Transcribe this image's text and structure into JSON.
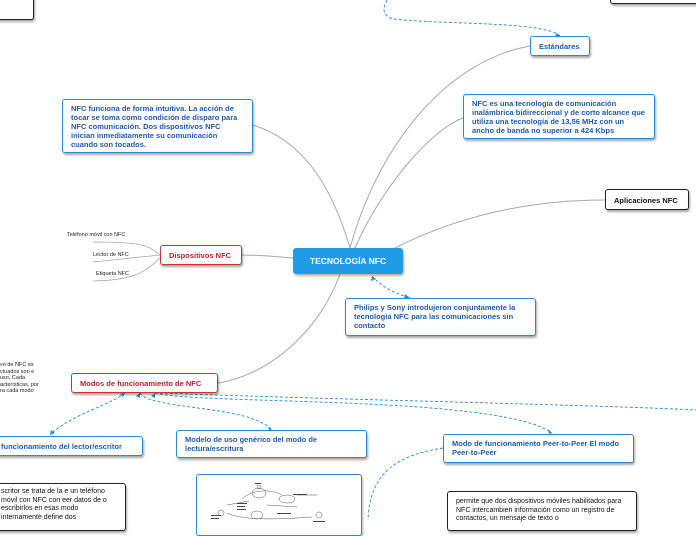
{
  "central": {
    "label": "TECNOLOGÍA NFC"
  },
  "nodes": {
    "estandares": "Estándares",
    "aplicaciones": "Aplicaciones NFC",
    "definicion": "NFC es una tecnología de comunicación inalámbrica bidireccional y de corto alcance que utiliza una tecnología de 13,56 MHz con un ancho de banda no superior a 424 Kbps",
    "intuitiva": "NFC funciona de forma intuitiva. La acción de tocar se toma como condición de disparo para NFC comunicación. Dos dispositivos NFC inician inmediatamente su comunicación cuando son tocados.",
    "dispositivos": "Dispositivos NFC",
    "philips": "Philips y Sony introdujeron conjuntamente la tecnología NFC para las comunicaciones sin contacto",
    "modos": "Modos de funcionamiento de NFC",
    "lector_escritor": "funcionamiento del lector/escritor",
    "modelo_generico": "Modelo de uso genérico del modo de lectura/escritura",
    "peer": "Modo de funcionamiento Peer-to-Peer El modo Peer-to-Peer"
  },
  "dispositivos_items": [
    "Teléfono móvil con NFC",
    "Lector de NFC",
    "Etiqueta NFC"
  ],
  "modos_note": "vo de NFC es ctuados son e uso. Cada acterísticas, por ra cada modo",
  "lector_text": "scritor se trata de la e un teléfono móvil con NFC con eer datos de o escribirlos en esas modo internamente define dos",
  "peer_text": "permite que dos dispositivos móviles habilitados para NFC intercambien información como un registro de contactos, un mensaje de texto o"
}
